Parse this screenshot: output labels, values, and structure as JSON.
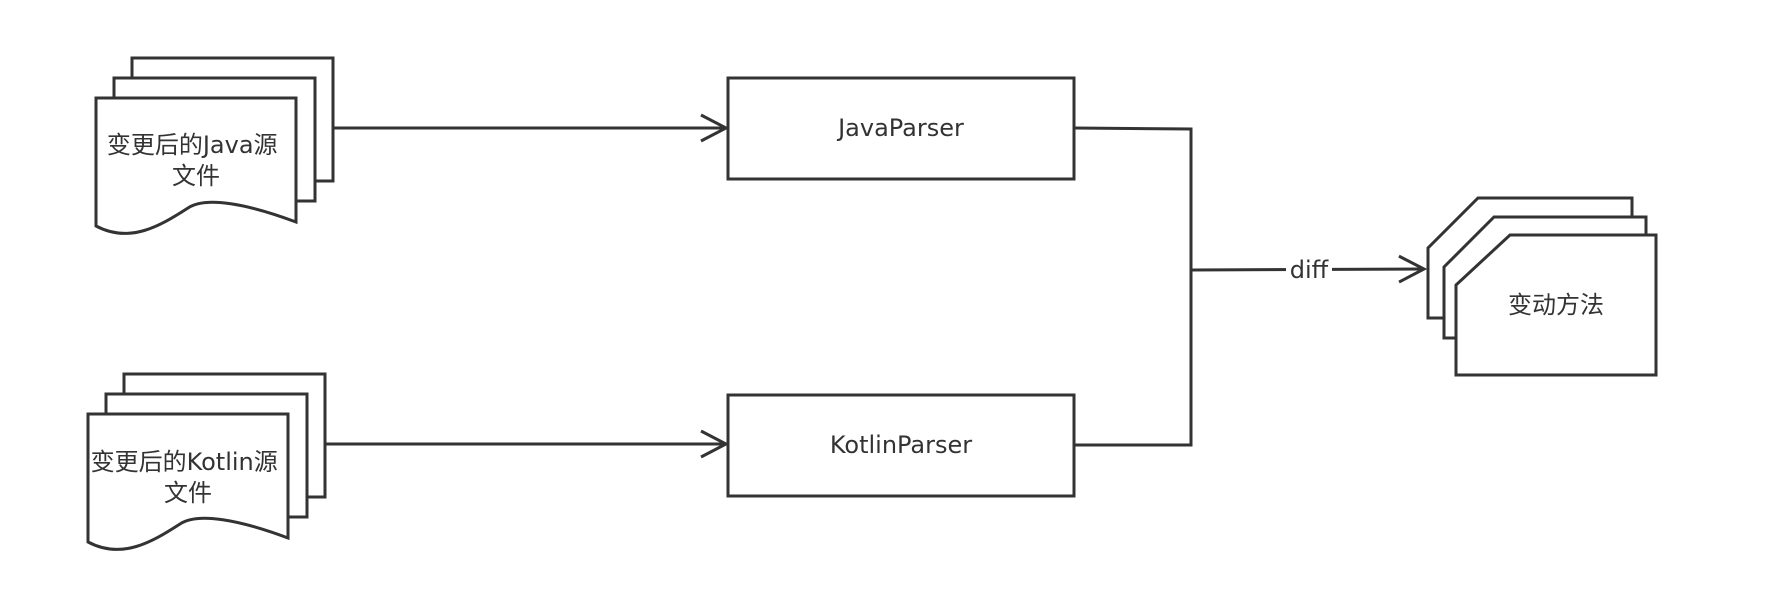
{
  "diagram": {
    "nodes": {
      "java_source": {
        "label_line1": "变更后的Java源",
        "label_line2": "文件"
      },
      "kotlin_source": {
        "label_line1": "变更后的Kotlin源",
        "label_line2": "文件"
      },
      "java_parser": {
        "label": "JavaParser"
      },
      "kotlin_parser": {
        "label": "KotlinParser"
      },
      "changed_methods": {
        "label": "变动方法"
      }
    },
    "edges": {
      "diff": {
        "label": "diff"
      }
    },
    "colors": {
      "stroke": "#333333",
      "fill": "#ffffff",
      "text": "#333333"
    }
  }
}
